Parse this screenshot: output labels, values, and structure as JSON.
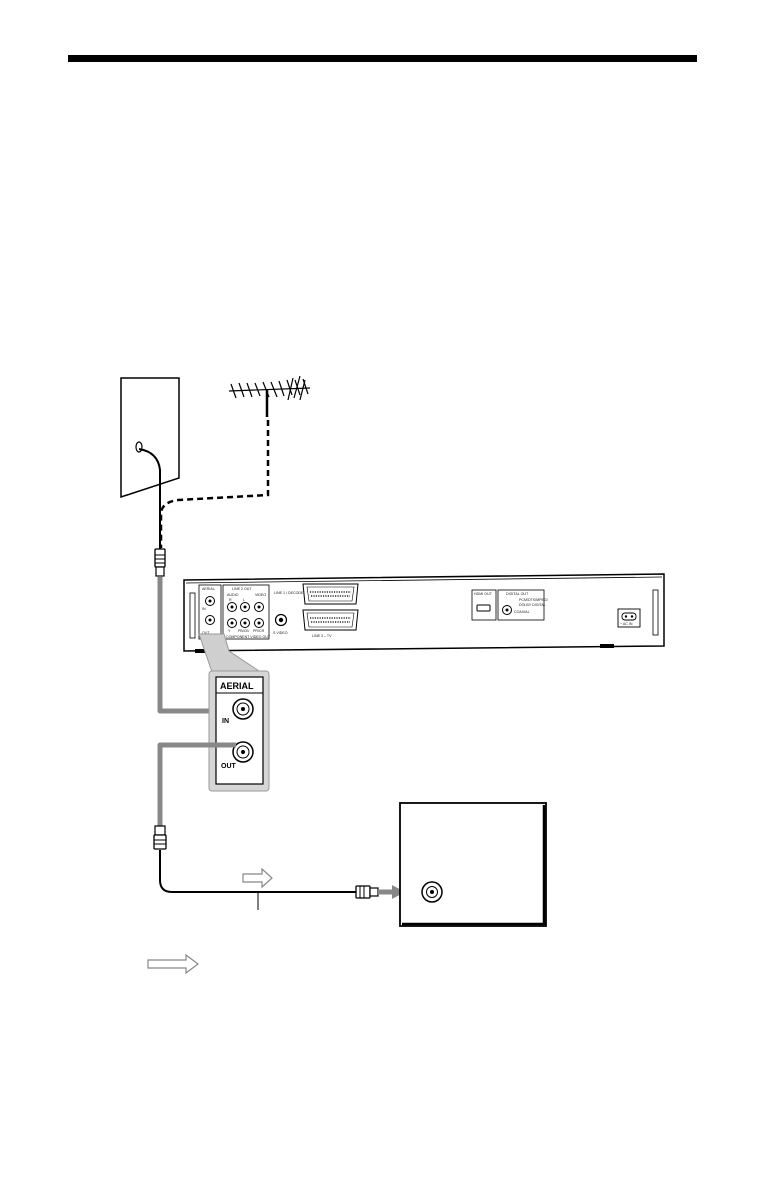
{
  "panel": {
    "aerial_title": "AERIAL",
    "in_label": "IN",
    "out_label": "OUT"
  },
  "rear_panel": {
    "aerial_in": "AERIAL",
    "aerial_in_jack": "IN",
    "aerial_out_jack": "OUT",
    "line2_out": "LINE 2 OUT",
    "audio": "AUDIO",
    "audio_r": "R",
    "audio_l": "L",
    "video": "VIDEO",
    "component": "COMPONENT VIDEO OUT",
    "y": "Y",
    "pb": "PB/CB",
    "pr": "PR/CR",
    "svideo": "S VIDEO",
    "line1_decoder": "LINE 1 / DECODER",
    "line3_tv": "LINE 3 – TV",
    "hdmi_out": "HDMI OUT",
    "digital_out": "DIGITAL OUT",
    "pcm_dts": "PCM/DTS/MPEG/",
    "dolby_digital": "DOLBY DIGITAL",
    "coaxial": "COAXIAL",
    "ac_in": "~ AC IN"
  }
}
